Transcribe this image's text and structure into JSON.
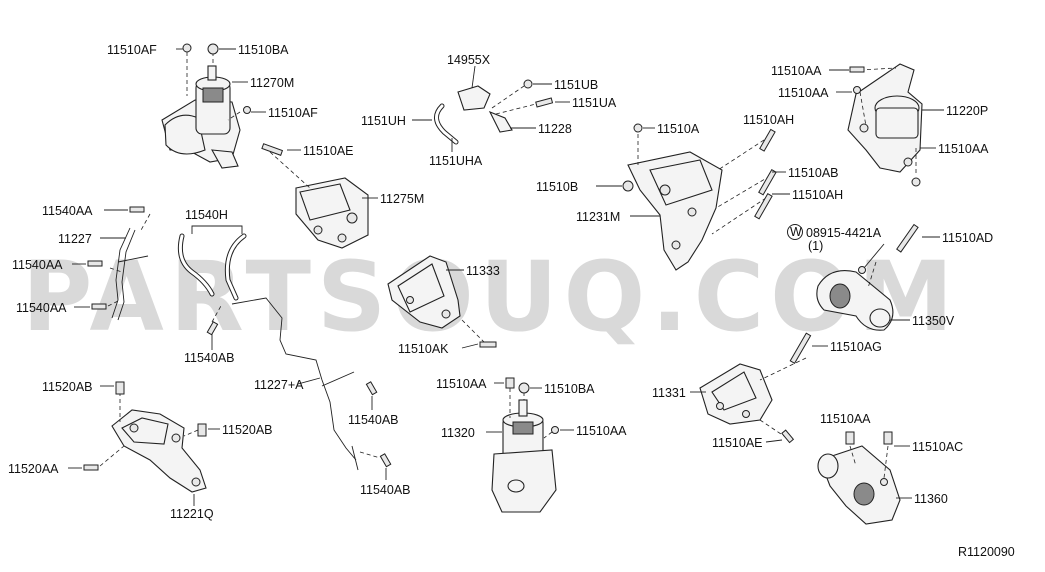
{
  "watermark": "PARTSOUQ.COM",
  "reference_code": "R1120090",
  "labels": {
    "p11510AF_a": "11510AF",
    "p11510BA_a": "11510BA",
    "p11270M": "11270M",
    "p11510AF_b": "11510AF",
    "p11510AE_a": "11510AE",
    "p11275M": "11275M",
    "p14955X": "14955X",
    "p1151UB": "1151UB",
    "p1151UA": "1151UA",
    "p1151UH": "1151UH",
    "p11228": "11228",
    "p1151UHA": "1151UHA",
    "p11510A": "11510A",
    "p11510AH_a": "11510AH",
    "p11510B": "11510B",
    "p11510AB": "11510AB",
    "p11231M": "11231M",
    "p11510AH_b": "11510AH",
    "p11510AA_a": "11510AA",
    "p11510AA_b": "11510AA",
    "p11220P": "11220P",
    "p11510AA_c": "11510AA",
    "washer_symbol": "W",
    "p08915": "08915-4421A",
    "qty_1": "(1)",
    "p11510AD": "11510AD",
    "p11350V": "11350V",
    "p11540AA_a": "11540AA",
    "p11227": "11227",
    "p11540AA_b": "11540AA",
    "p11540AA_c": "11540AA",
    "p11540H": "11540H",
    "p11540AB_a": "11540AB",
    "p11227A": "11227+A",
    "p11333": "11333",
    "p11510AK": "11510AK",
    "p11510AG": "11510AG",
    "p11331": "11331",
    "p11510AE_b": "11510AE",
    "p11520AB_a": "11520AB",
    "p11520AB_b": "11520AB",
    "p11520AA": "11520AA",
    "p11221Q": "11221Q",
    "p11540AB_b": "11540AB",
    "p11540AB_c": "11540AB",
    "p11510AA_d": "11510AA",
    "p11510BA_b": "11510BA",
    "p11320": "11320",
    "p11510AA_e": "11510AA",
    "p11510AA_f": "11510AA",
    "p11510AC": "11510AC",
    "p11360": "11360"
  }
}
